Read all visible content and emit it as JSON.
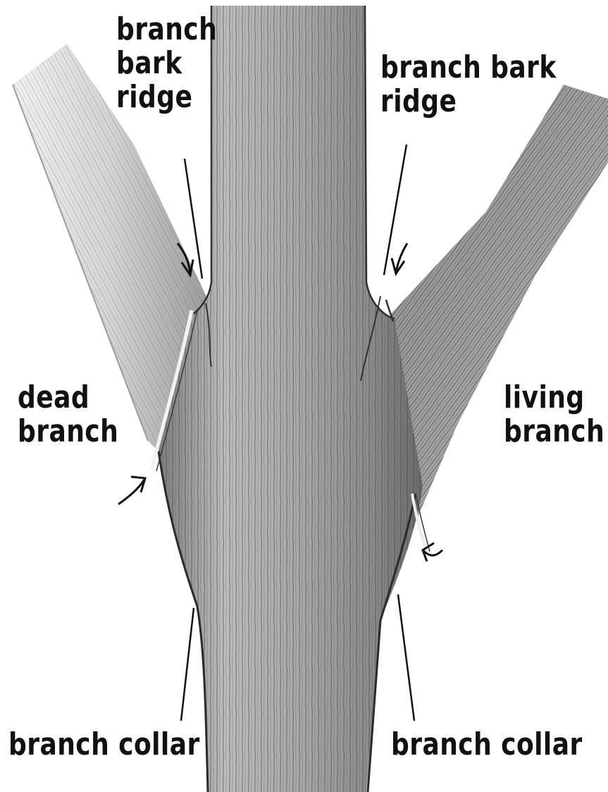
{
  "labels": {
    "ridge_left": {
      "line1": "branch",
      "line2": "bark",
      "line3": "ridge"
    },
    "ridge_right": {
      "line1": "branch bark",
      "line2": "ridge"
    },
    "dead_branch": {
      "line1": "dead",
      "line2": "branch"
    },
    "living_branch": {
      "line1": "living",
      "line2": "branch"
    },
    "collar_left": "branch collar",
    "collar_right": "branch collar"
  },
  "colors": {
    "ink": "#111111",
    "wood_light": "#d9d9d9",
    "wood_mid": "#9a9a9a",
    "wood_dark": "#4a4a4a",
    "background": "#ffffff"
  }
}
